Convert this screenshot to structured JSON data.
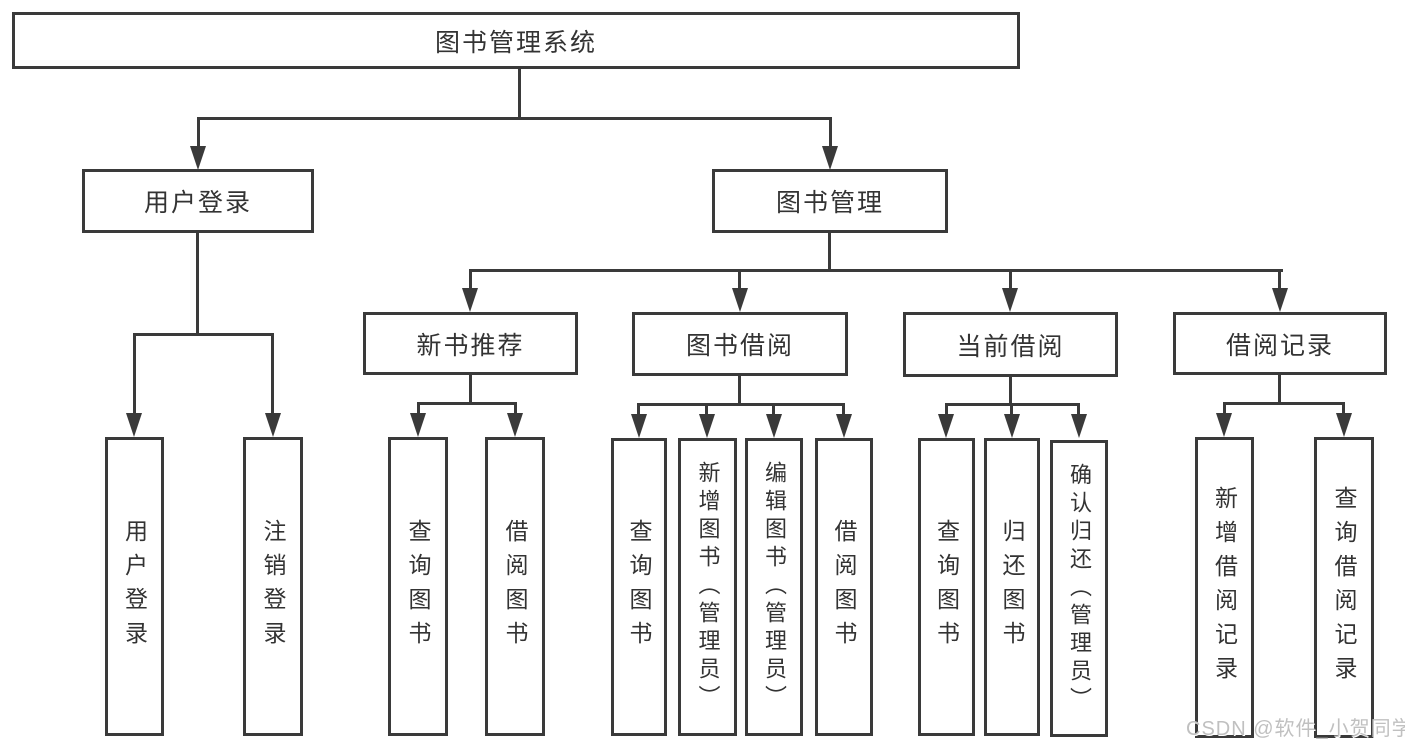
{
  "diagram": {
    "root": {
      "label": "图书管理系统"
    },
    "branches": [
      {
        "label": "用户登录",
        "children": [
          {
            "label": "用户登录"
          },
          {
            "label": "注销登录"
          }
        ]
      },
      {
        "label": "图书管理",
        "children": [
          {
            "label": "新书推荐",
            "children": [
              {
                "label": "查询图书"
              },
              {
                "label": "借阅图书"
              }
            ]
          },
          {
            "label": "图书借阅",
            "children": [
              {
                "label": "查询图书"
              },
              {
                "label": "新增图书（管理员）"
              },
              {
                "label": "编辑图书（管理员）"
              },
              {
                "label": "借阅图书"
              }
            ]
          },
          {
            "label": "当前借阅",
            "children": [
              {
                "label": "查询图书"
              },
              {
                "label": "归还图书"
              },
              {
                "label": "确认归还（管理员）"
              }
            ]
          },
          {
            "label": "借阅记录",
            "children": [
              {
                "label": "新增借阅记录"
              },
              {
                "label": "查询借阅记录"
              }
            ]
          }
        ]
      }
    ]
  },
  "watermark": {
    "text": "CSDN @软件_小贺同学"
  },
  "colors": {
    "line": "#3a3a3a",
    "text": "#333333",
    "background": "#ffffff",
    "watermark": "#c0c0c0"
  }
}
